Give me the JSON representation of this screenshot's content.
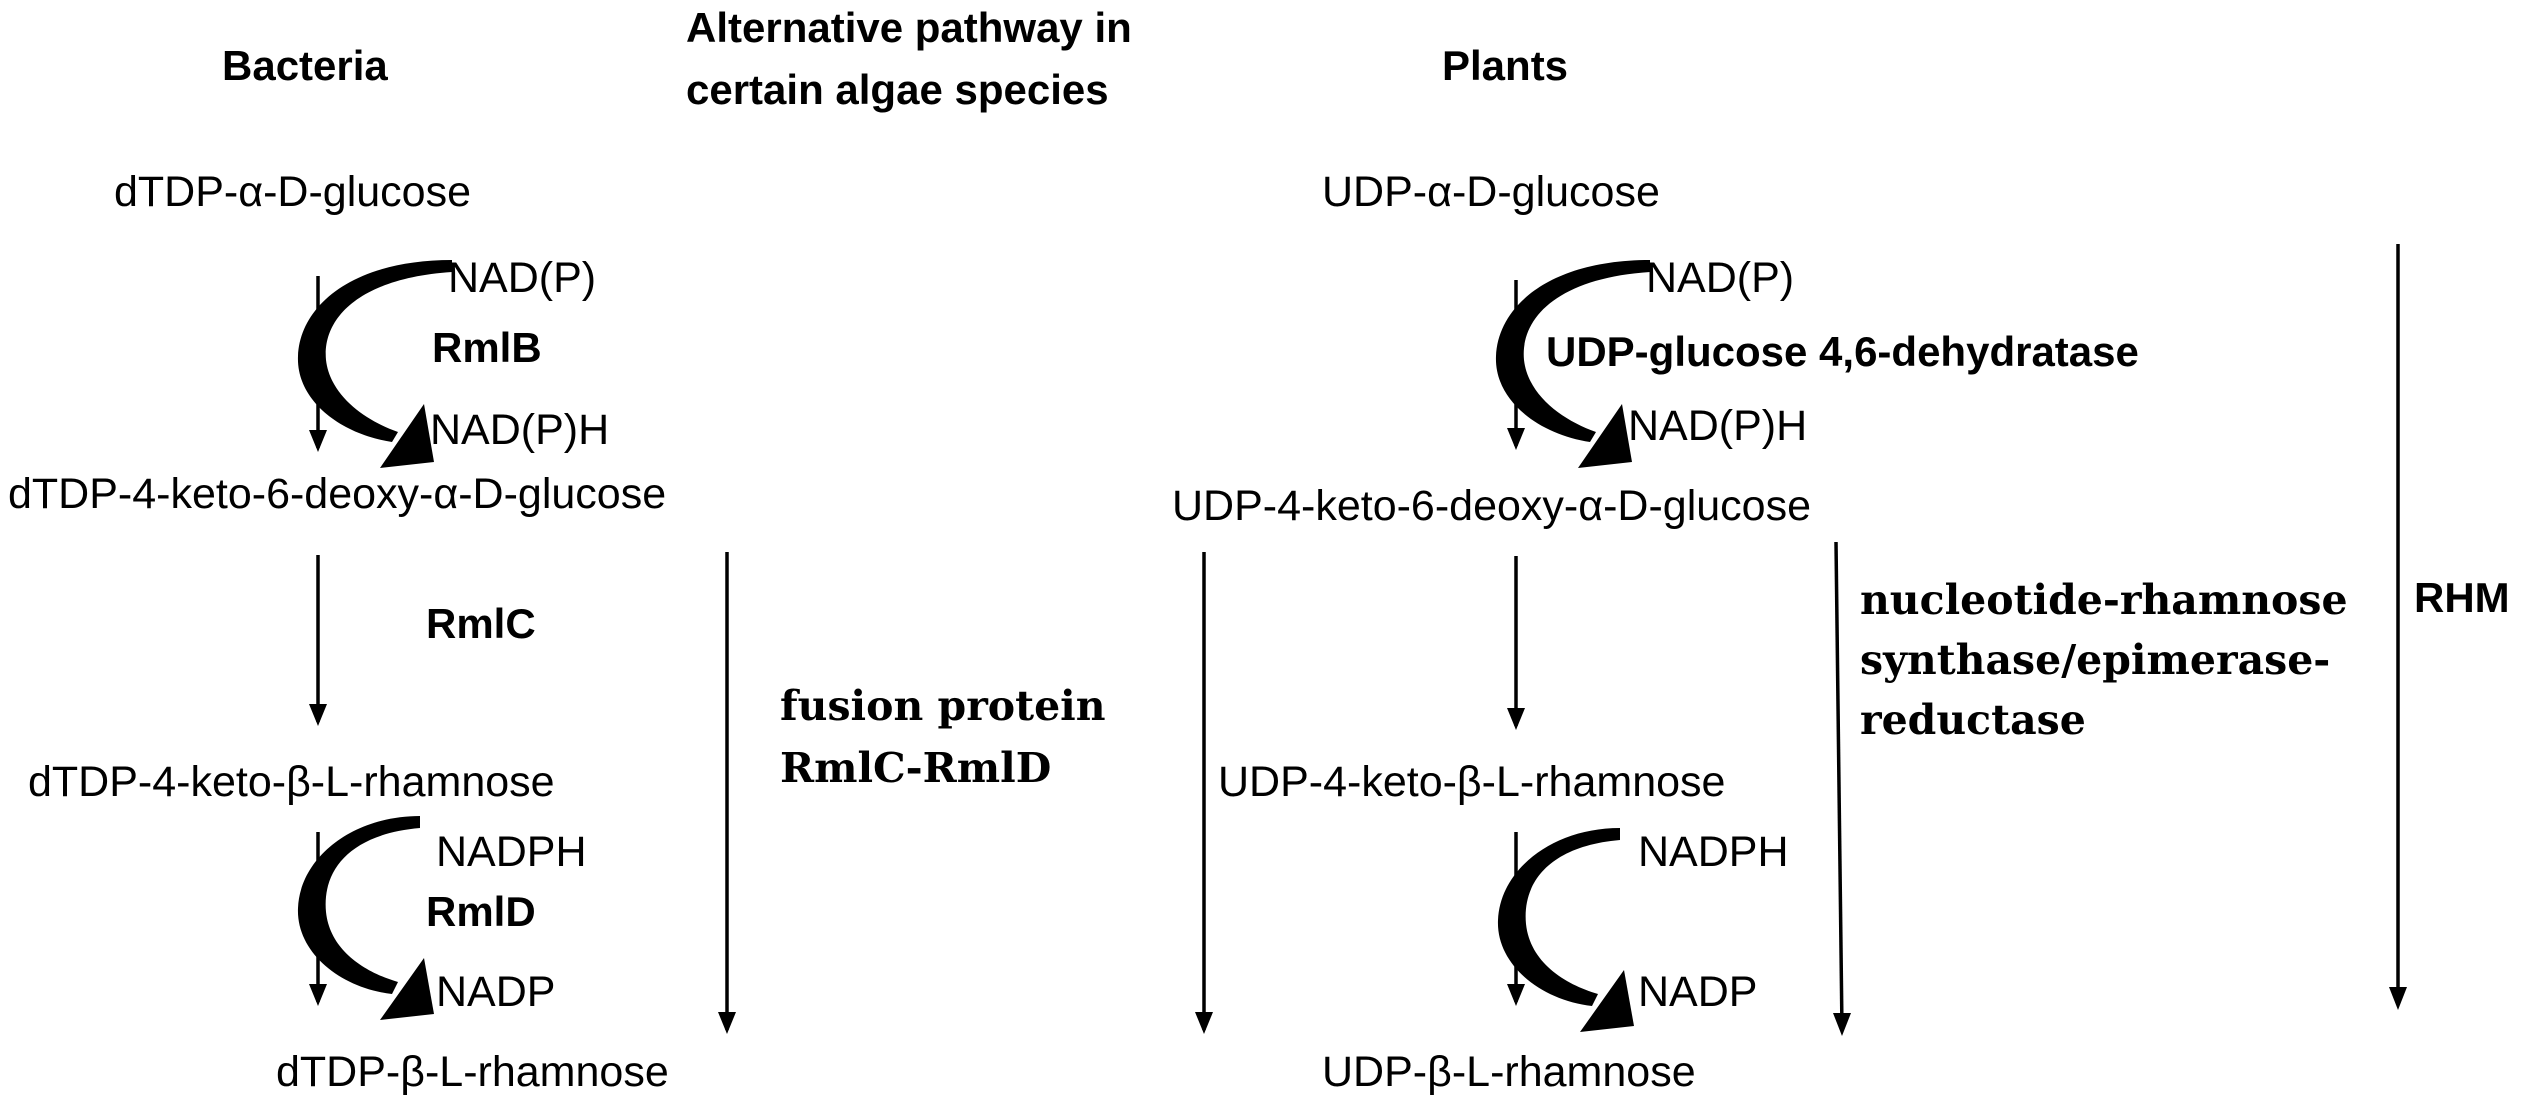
{
  "headers": {
    "bacteria": "Bacteria",
    "algae_line1": "Alternative pathway in",
    "algae_line2": "certain algae species",
    "plants": "Plants"
  },
  "bacteria": {
    "compounds": {
      "c1_a": "dTDP-α-",
      "c1_b": "D",
      "c1_c": "-glucose",
      "c2_a": "dTDP-4-keto-6-deoxy-α-",
      "c2_b": "D",
      "c2_c": "-glucose",
      "c3_a": "dTDP-4-keto-β-",
      "c3_b": "L",
      "c3_c": "-rhamnose",
      "c4_a": "dTDP-β-",
      "c4_b": "L",
      "c4_c": "-rhamnose"
    },
    "enzymes": {
      "e1": "RmlB",
      "e2": "RmlC",
      "e3": "RmlD"
    },
    "cofactors": {
      "in1": "NAD(P)",
      "out1": "NAD(P)H",
      "in3": "NADPH",
      "out3": "NADP"
    }
  },
  "algae": {
    "enzyme_line1": "fusion protein",
    "enzyme_line2": "RmlC-RmlD"
  },
  "plants": {
    "compounds": {
      "c1_a": "UDP-α-",
      "c1_b": "D",
      "c1_c": "-glucose",
      "c2_a": "UDP-4-keto-6-deoxy-α-",
      "c2_b": "D",
      "c2_c": "-glucose",
      "c3_a": "UDP-4-keto-β-",
      "c3_b": "L",
      "c3_c": "-rhamnose",
      "c4_a": "UDP-β-",
      "c4_b": "L",
      "c4_c": "-rhamnose"
    },
    "enzymes": {
      "e1": "UDP-glucose 4,6-dehydratase",
      "nrs_line1": "nucleotide-rhamnose",
      "nrs_line2": "synthase/epimerase-",
      "nrs_line3": "reductase",
      "rhm": "RHM"
    },
    "cofactors": {
      "in1": "NAD(P)",
      "out1": "NAD(P)H",
      "in3": "NADPH",
      "out3": "NADP"
    }
  }
}
